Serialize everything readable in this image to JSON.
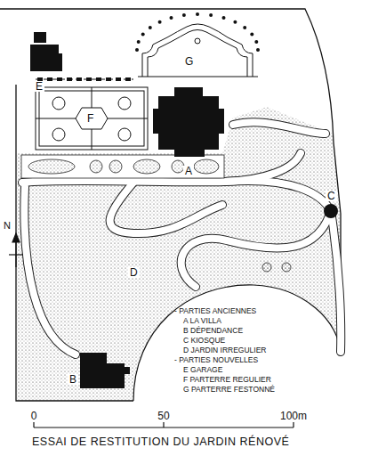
{
  "diagram": {
    "caption": "ESSAI DE RESTITUTION DU JARDIN RÉNOVÉ",
    "labels": [
      "A",
      "B",
      "C",
      "D",
      "E",
      "F",
      "G",
      "N",
      "- PARTIES ANCIENNES",
      "A LA VILLA",
      "B DÉPENDANCE",
      "C KIOSQUE",
      "D JARDIN IRREGULIER",
      "- PARTIES NOUVELLES",
      "E GARAGE",
      "F PARTERRE REGULIER",
      "G PARTERRE FESTONNÉ",
      "0",
      "50",
      "100m"
    ]
  }
}
